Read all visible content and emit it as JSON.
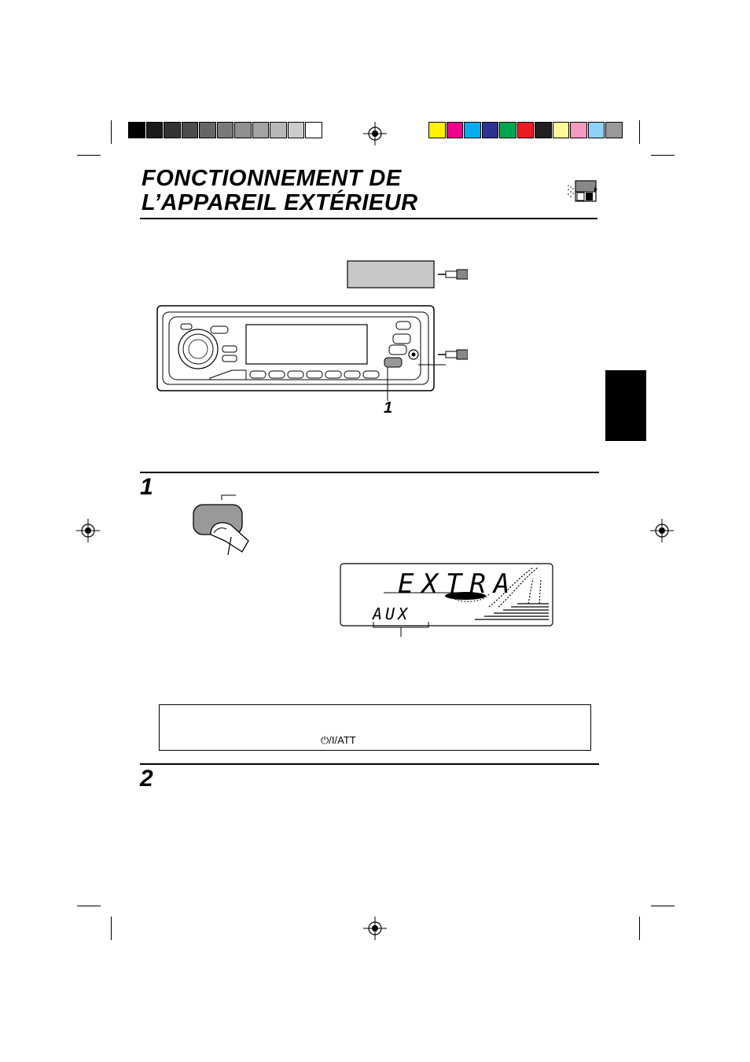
{
  "header": {
    "title_line1": "FONCTIONNEMENT DE",
    "title_line2": "L’APPAREIL EXTÉRIEUR"
  },
  "gray_bar": {
    "colors": [
      "#000000",
      "#1a1a1a",
      "#333333",
      "#4d4d4d",
      "#666666",
      "#7a7a7a",
      "#8f8f8f",
      "#a3a3a3",
      "#b8b8b8",
      "#cccccc",
      "#ffffff"
    ]
  },
  "color_bar": {
    "colors": [
      "#fff200",
      "#ec008c",
      "#00aeef",
      "#2e3192",
      "#00a651",
      "#ed1c24",
      "#231f20",
      "#fff799",
      "#f49ac1",
      "#8dd3f7",
      "#999999"
    ]
  },
  "diagram": {
    "callout_number": "1"
  },
  "step1": {
    "number": "1",
    "display_main": "EXTRA",
    "display_sub": "AUX"
  },
  "note": {
    "button_label": "/I/ATT",
    "power_icon": "power-icon"
  },
  "step2": {
    "number": "2"
  }
}
